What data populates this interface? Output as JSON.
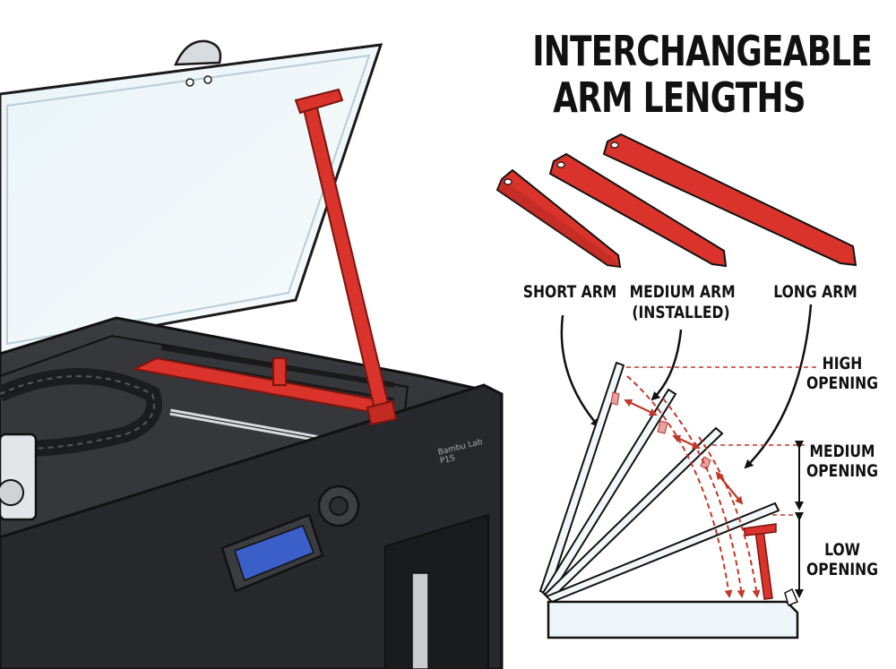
{
  "title": {
    "line1": "INTERCHANGEABLE",
    "line2": "ARM LENGTHS"
  },
  "arms": {
    "short": "SHORT ARM",
    "medium_line1": "MEDIUM ARM",
    "medium_line2": "(INSTALLED)",
    "long": "LONG ARM"
  },
  "openings": {
    "high_line1": "HIGH",
    "high_line2": "OPENING",
    "medium_line1": "MEDIUM",
    "medium_line2": "OPENING",
    "low_line1": "LOW",
    "low_line2": "OPENING"
  },
  "printer": {
    "brand_line1": "Bambu Lab",
    "brand_line2": "P1S"
  },
  "colors": {
    "arm_red": "#d9332b",
    "arm_dark": "#8a1a14",
    "printer_body": "#2b2d30",
    "dashed_guide": "#c0392b"
  }
}
